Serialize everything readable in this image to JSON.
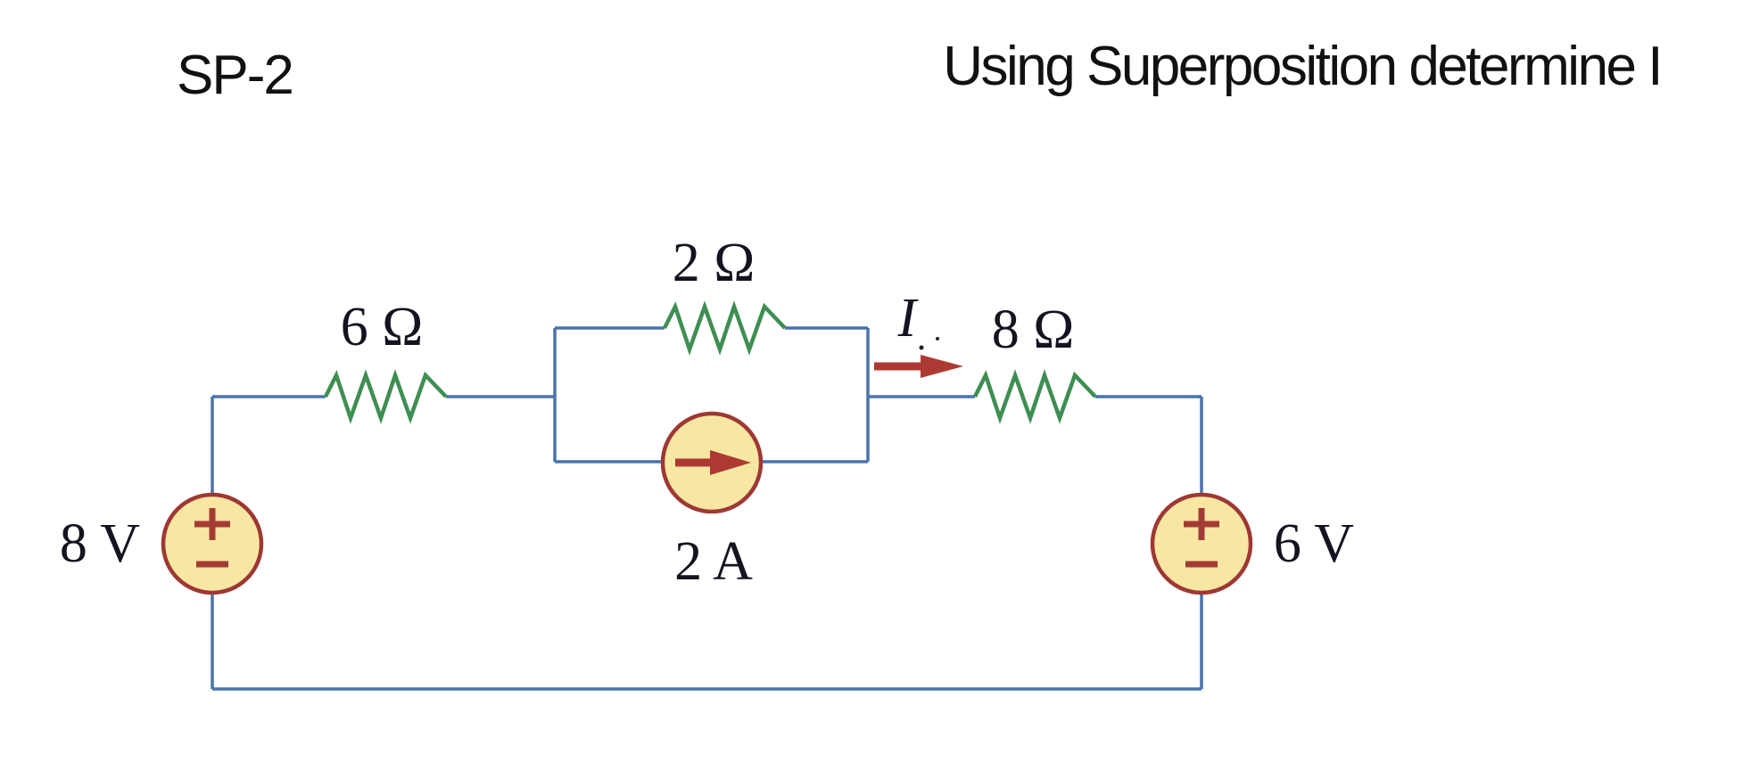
{
  "header": {
    "problem_id": "SP-2",
    "instruction": "Using Superposition determine I"
  },
  "circuit": {
    "left_voltage_source": {
      "label": "8 V",
      "polarity_top": "+",
      "polarity_bottom": "−"
    },
    "right_voltage_source": {
      "label": "6 V",
      "polarity_top": "+",
      "polarity_bottom": "−"
    },
    "current_source": {
      "label": "2 A",
      "arrow_direction": "right"
    },
    "resistor_series_left": {
      "label": "6 Ω"
    },
    "resistor_parallel_top": {
      "label": "2 Ω"
    },
    "resistor_series_right": {
      "label": "8 Ω"
    },
    "current_arrow": {
      "label": "I",
      "direction": "right"
    }
  },
  "colors": {
    "wire": "#4a74aa",
    "resistor": "#3e8e52",
    "source_fill": "#f7e7a3",
    "source_border": "#9e3833",
    "symbol_red": "#a33b35",
    "arrow_red": "#ad3a32",
    "label_ink": "#131420",
    "heading_ink": "#111111"
  }
}
